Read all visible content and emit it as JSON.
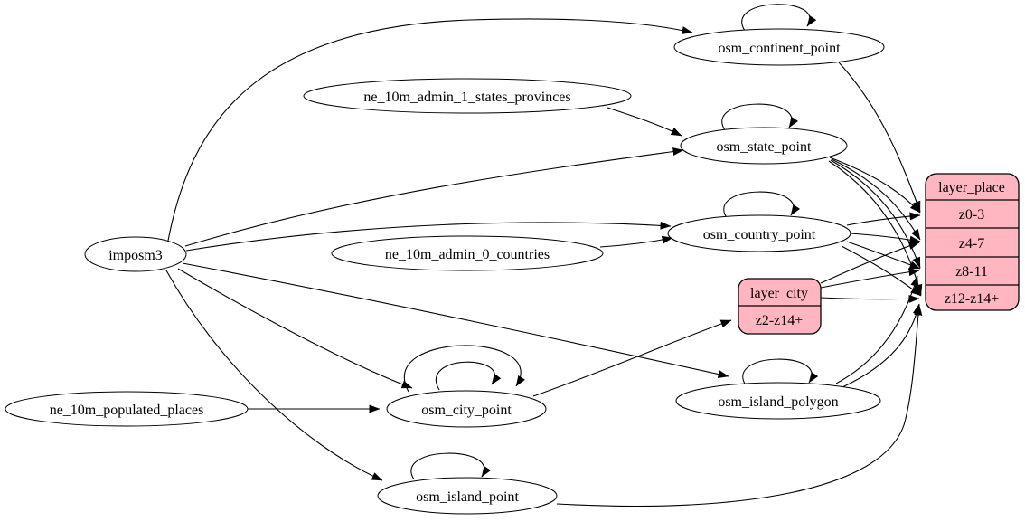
{
  "diagram": {
    "kind": "etl-dependency-graph",
    "background": "#ffffff",
    "node_fill": "#ffffff",
    "record_fill": "#ffb6c1",
    "stroke": "#000000"
  },
  "nodes": {
    "imposm3": {
      "label": "imposm3"
    },
    "ne_10m_admin_1_states_provinces": {
      "label": "ne_10m_admin_1_states_provinces"
    },
    "ne_10m_admin_0_countries": {
      "label": "ne_10m_admin_0_countries"
    },
    "ne_10m_populated_places": {
      "label": "ne_10m_populated_places"
    },
    "osm_continent_point": {
      "label": "osm_continent_point"
    },
    "osm_state_point": {
      "label": "osm_state_point"
    },
    "osm_country_point": {
      "label": "osm_country_point"
    },
    "osm_city_point": {
      "label": "osm_city_point"
    },
    "osm_island_polygon": {
      "label": "osm_island_polygon"
    },
    "osm_island_point": {
      "label": "osm_island_point"
    }
  },
  "records": {
    "layer_place": {
      "title": "layer_place",
      "rows": [
        "z0-3",
        "z4-7",
        "z8-11",
        "z12-z14+"
      ]
    },
    "layer_city": {
      "title": "layer_city",
      "rows": [
        "z2-z14+"
      ]
    }
  },
  "edges": [
    {
      "from": "imposm3",
      "to": "osm_continent_point"
    },
    {
      "from": "imposm3",
      "to": "osm_state_point"
    },
    {
      "from": "imposm3",
      "to": "osm_country_point"
    },
    {
      "from": "imposm3",
      "to": "osm_city_point"
    },
    {
      "from": "imposm3",
      "to": "osm_island_polygon"
    },
    {
      "from": "imposm3",
      "to": "osm_island_point"
    },
    {
      "from": "ne_10m_admin_1_states_provinces",
      "to": "osm_state_point"
    },
    {
      "from": "ne_10m_admin_0_countries",
      "to": "osm_country_point"
    },
    {
      "from": "ne_10m_populated_places",
      "to": "osm_city_point"
    },
    {
      "from": "osm_continent_point",
      "to": "osm_continent_point"
    },
    {
      "from": "osm_state_point",
      "to": "osm_state_point"
    },
    {
      "from": "osm_country_point",
      "to": "osm_country_point"
    },
    {
      "from": "osm_city_point",
      "to": "osm_city_point"
    },
    {
      "from": "osm_city_point",
      "to": "osm_city_point"
    },
    {
      "from": "osm_island_polygon",
      "to": "osm_island_polygon"
    },
    {
      "from": "osm_island_point",
      "to": "osm_island_point"
    },
    {
      "from": "osm_city_point",
      "to": "layer_city:z2-z14+"
    },
    {
      "from": "osm_continent_point",
      "to": "layer_place:z0-3"
    },
    {
      "from": "osm_state_point",
      "to": "layer_place:z0-3"
    },
    {
      "from": "osm_state_point",
      "to": "layer_place:z4-7"
    },
    {
      "from": "osm_state_point",
      "to": "layer_place:z8-11"
    },
    {
      "from": "osm_state_point",
      "to": "layer_place:z12-z14+"
    },
    {
      "from": "osm_country_point",
      "to": "layer_place:z0-3"
    },
    {
      "from": "osm_country_point",
      "to": "layer_place:z4-7"
    },
    {
      "from": "osm_country_point",
      "to": "layer_place:z8-11"
    },
    {
      "from": "osm_country_point",
      "to": "layer_place:z12-z14+"
    },
    {
      "from": "layer_city",
      "to": "layer_place:z4-7"
    },
    {
      "from": "layer_city",
      "to": "layer_place:z8-11"
    },
    {
      "from": "layer_city",
      "to": "layer_place:z12-z14+"
    },
    {
      "from": "osm_island_polygon",
      "to": "layer_place:z8-11"
    },
    {
      "from": "osm_island_polygon",
      "to": "layer_place:z12-z14+"
    },
    {
      "from": "osm_island_point",
      "to": "layer_place:z12-z14+"
    }
  ]
}
